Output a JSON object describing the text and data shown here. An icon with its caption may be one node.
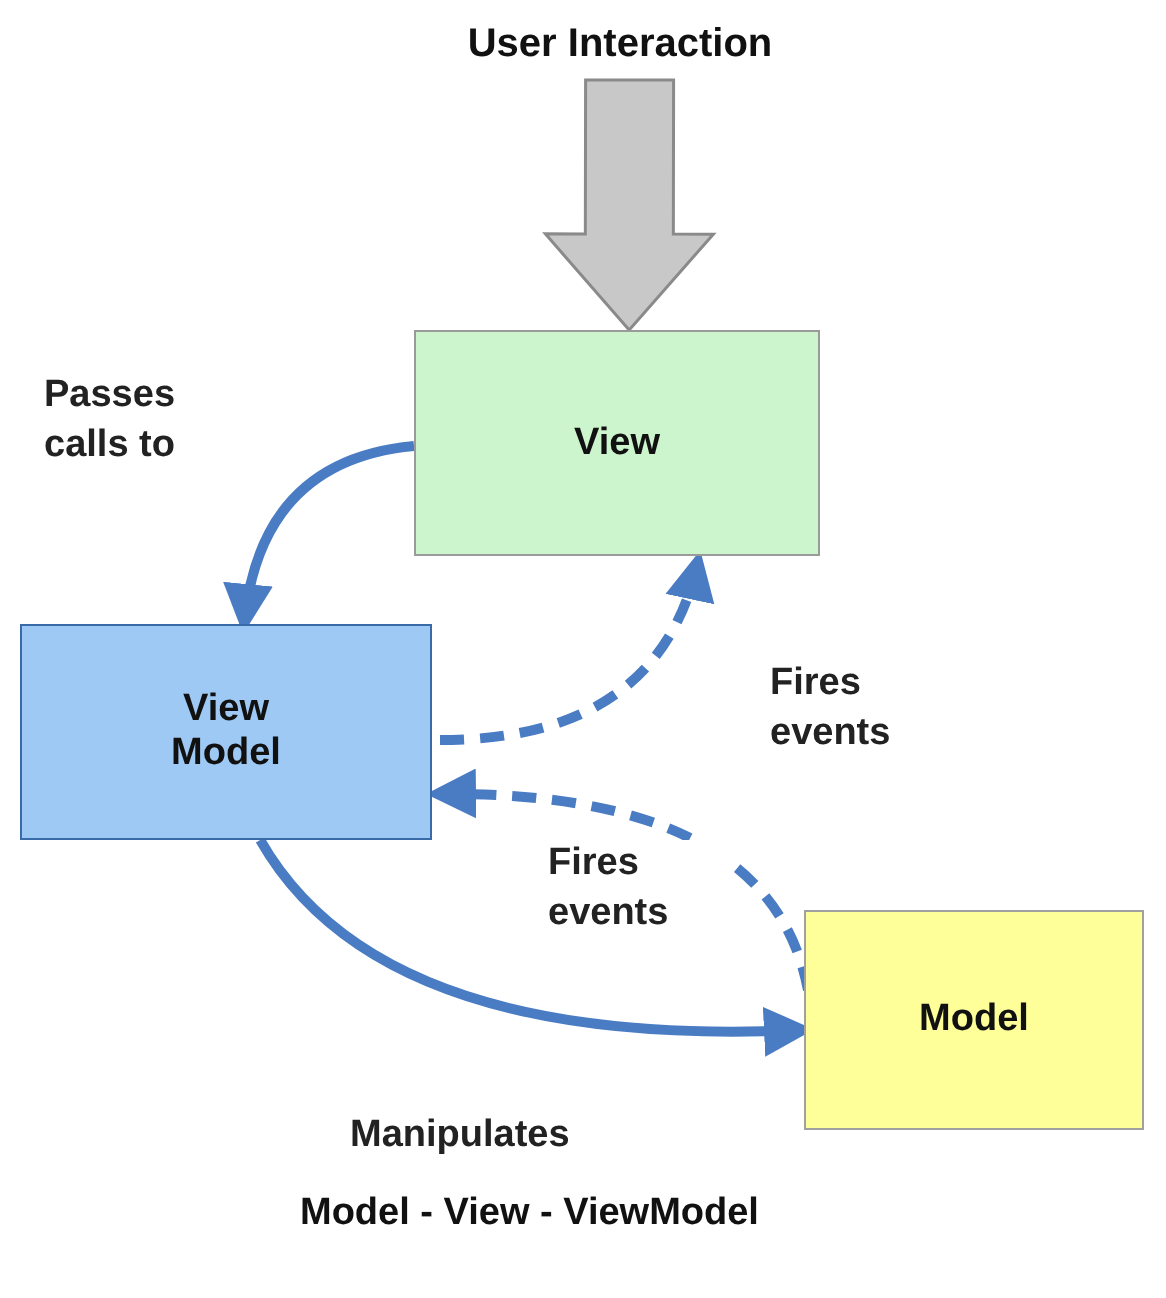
{
  "diagram": {
    "caption": "Model - View - ViewModel",
    "nodes": [
      {
        "text": [
          "User Interaction"
        ]
      },
      {
        "text": [
          "View"
        ]
      },
      {
        "text": [
          "View Model"
        ]
      },
      {
        "text": [
          "Model"
        ]
      }
    ],
    "edges": [
      {
        "from": 0,
        "to": 1,
        "arrow": "to",
        "style": "thick",
        "color": "#c8c8c8"
      },
      {
        "from": 1,
        "to": 2,
        "arrow": "to",
        "label": "Passes calls to"
      },
      {
        "from": 2,
        "to": 1,
        "arrow": "to",
        "style": "dashed",
        "label": "Fires events"
      },
      {
        "from": 3,
        "to": 2,
        "arrow": "to",
        "style": "dashed",
        "label": "Fires events"
      },
      {
        "from": 2,
        "to": 3,
        "arrow": "to",
        "label": "Manipulates"
      }
    ]
  }
}
